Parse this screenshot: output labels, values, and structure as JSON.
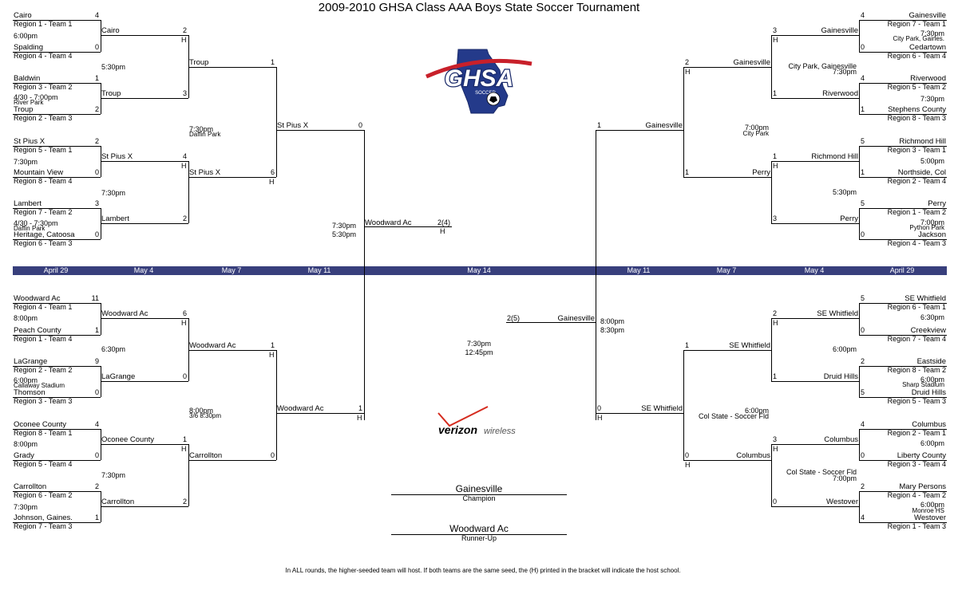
{
  "title": "2009-2010 GHSA Class AAA Boys State Soccer Tournament",
  "footnote": "In ALL rounds, the higher-seeded team will host.  If both teams are the same seed, the (H) printed in the bracket will indicate the host school.",
  "dates": [
    "April 29",
    "May 4",
    "May 7",
    "May 11",
    "May 14",
    "May 11",
    "May 7",
    "May 4",
    "April 29"
  ],
  "logos": {
    "ghsa": "GHSA",
    "ghsa_sub": "SOCCER",
    "sponsor_bold": "verizon",
    "sponsor_light": "wireless"
  },
  "final": {
    "champion_name": "Gainesville",
    "champion_label": "Champion",
    "runnerup_name": "Woodward Ac",
    "runnerup_label": "Runner-Up",
    "times_a": "7:30pm",
    "times_b": "5:30pm",
    "times_c": "7:30pm",
    "times_d": "12:45pm",
    "left_team": "Woodward Ac",
    "left_score": "2(4)",
    "right_team": "Gainesville",
    "right_score": "2(5)",
    "h": "H"
  },
  "left_top": {
    "r1": [
      {
        "team": "Cairo",
        "seed": "Region 1 - Team 1",
        "score": "4"
      },
      {
        "team": "Spalding",
        "seed": "Region 4 - Team 4",
        "score": "0"
      },
      {
        "team": "Baldwin",
        "seed": "Region 3 - Team 2",
        "score": "1"
      },
      {
        "team": "Troup",
        "seed": "Region 2 - Team 3",
        "score": "2"
      },
      {
        "team": "St Pius X",
        "seed": "Region 5 - Team 1",
        "score": "2"
      },
      {
        "team": "Mountain View",
        "seed": "Region 8 - Team 4",
        "score": "0"
      },
      {
        "team": "Lambert",
        "seed": "Region 7 - Team 2",
        "score": "3"
      },
      {
        "team": "Heritage, Catoosa",
        "seed": "Region 6 - Team 3",
        "score": "0"
      }
    ],
    "r1_info": [
      "6:00pm",
      "4/30 - 7:00pm",
      "River Park",
      "7:30pm",
      "4/30 - 7:30pm",
      "Daffin Park"
    ],
    "r2": [
      {
        "team": "Cairo",
        "score": "2",
        "h": "H"
      },
      {
        "team": "Troup",
        "score": "3"
      },
      {
        "team": "St Pius X",
        "score": "4",
        "h": "H"
      },
      {
        "team": "Lambert",
        "score": "2"
      }
    ],
    "r2_info": [
      "5:30pm",
      "7:30pm"
    ],
    "r3": [
      {
        "team": "Troup",
        "score": "1"
      },
      {
        "team": "St Pius X",
        "score": "6",
        "h": "H"
      }
    ],
    "r3_info": [
      "7:30pm",
      "Daffin Park"
    ],
    "r4": {
      "team": "St Pius X",
      "score": "0"
    }
  },
  "left_bot": {
    "r1": [
      {
        "team": "Woodward Ac",
        "seed": "Region 4 - Team 1",
        "score": "11"
      },
      {
        "team": "Peach County",
        "seed": "Region 1 - Team 4",
        "score": "1"
      },
      {
        "team": "LaGrange",
        "seed": "Region 2 - Team 2",
        "score": "9"
      },
      {
        "team": "Thomson",
        "seed": "Region 3 - Team 3",
        "score": "0"
      },
      {
        "team": "Oconee County",
        "seed": "Region 8 - Team 1",
        "score": "4"
      },
      {
        "team": "Grady",
        "seed": "Region 5 - Team 4",
        "score": "0"
      },
      {
        "team": "Carrollton",
        "seed": "Region 6 - Team 2",
        "score": "2"
      },
      {
        "team": "Johnson, Gaines.",
        "seed": "Region 7 - Team 3",
        "score": "1"
      }
    ],
    "r1_info": [
      "8:00pm",
      "6:00pm",
      "Callaway Stadium",
      "8:00pm",
      "7:30pm"
    ],
    "r2": [
      {
        "team": "Woodward Ac",
        "score": "6",
        "h": "H"
      },
      {
        "team": "LaGrange",
        "score": "0"
      },
      {
        "team": "Oconee County",
        "score": "1",
        "h": "H"
      },
      {
        "team": "Carrollton",
        "score": "2"
      }
    ],
    "r2_info": [
      "6:30pm",
      "7:30pm"
    ],
    "r3": [
      {
        "team": "Woodward Ac",
        "score": "1",
        "h": "H"
      },
      {
        "team": "Carrollton",
        "score": "0"
      }
    ],
    "r3_info": [
      "8:00pm",
      "3/6 8:30pm"
    ],
    "r4": {
      "team": "Woodward Ac",
      "score": "1",
      "h": "H"
    }
  },
  "right_top": {
    "r1": [
      {
        "team": "Gainesville",
        "seed": "Region 7 - Team 1",
        "score": "4"
      },
      {
        "team": "Cedartown",
        "seed": "Region 6 - Team 4",
        "score": "0"
      },
      {
        "team": "Riverwood",
        "seed": "Region 5 - Team 2",
        "score": "4"
      },
      {
        "team": "Stephens County",
        "seed": "Region 8 - Team 3",
        "score": "1"
      },
      {
        "team": "Richmond Hill",
        "seed": "Region 3 - Team 1",
        "score": "5"
      },
      {
        "team": "Northside, Col",
        "seed": "Region 2 - Team 4",
        "score": "1"
      },
      {
        "team": "Perry",
        "seed": "Region 1 - Team 2",
        "score": "5"
      },
      {
        "team": "Jackson",
        "seed": "Region 4 - Team 3",
        "score": "0"
      }
    ],
    "r1_info": [
      "7:30pm",
      "City Park, Gaines.",
      "7:30pm",
      "5:00pm",
      "7:00pm",
      "Python Park"
    ],
    "r2": [
      {
        "team": "Gainesville",
        "score": "3",
        "h": "H"
      },
      {
        "team": "Riverwood",
        "score": "1"
      },
      {
        "team": "Richmond Hill",
        "score": "1",
        "h": "H"
      },
      {
        "team": "Perry",
        "score": "3"
      }
    ],
    "r2_info": [
      "City Park, Gainesville",
      "7:30pm",
      "5:30pm"
    ],
    "r3": [
      {
        "team": "Gainesville",
        "score": "2",
        "h": "H"
      },
      {
        "team": "Perry",
        "score": "1"
      }
    ],
    "r3_info": [
      "7:00pm",
      "City Park"
    ],
    "r4": {
      "team": "Gainesville",
      "score": "1"
    }
  },
  "right_bot": {
    "r1": [
      {
        "team": "SE Whitfield",
        "seed": "Region 6 - Team 1",
        "score": "5"
      },
      {
        "team": "Creekview",
        "seed": "Region 7 - Team 4",
        "score": "0"
      },
      {
        "team": "Eastside",
        "seed": "Region 8 - Team 2",
        "score": "2"
      },
      {
        "team": "Druid Hills",
        "seed": "Region 5 - Team 3",
        "score": "5"
      },
      {
        "team": "Columbus",
        "seed": "Region 2 - Team 1",
        "score": "4"
      },
      {
        "team": "Liberty County",
        "seed": "Region 3 - Team 4",
        "score": "0"
      },
      {
        "team": "Mary Persons",
        "seed": "Region 4 - Team 2",
        "score": "2"
      },
      {
        "team": "Westover",
        "seed": "Region 1 - Team 3",
        "score": "4"
      }
    ],
    "r1_info": [
      "6:30pm",
      "6:00pm",
      "Sharp Stadium",
      "6:00pm",
      "6:00pm",
      "Monroe HS"
    ],
    "r2": [
      {
        "team": "SE Whitfield",
        "score": "2",
        "h": "H"
      },
      {
        "team": "Druid Hills",
        "score": "1"
      },
      {
        "team": "Columbus",
        "score": "3",
        "h": "H"
      },
      {
        "team": "Westover",
        "score": "0"
      }
    ],
    "r2_info": [
      "6:00pm",
      "Col State - Soccer Fld",
      "7:00pm"
    ],
    "r3": [
      {
        "team": "SE Whitfield",
        "score": "1"
      },
      {
        "team": "Columbus",
        "score": "0",
        "h": "H"
      }
    ],
    "r3_info": [
      "6:00pm",
      "Col State - Soccer Fld"
    ],
    "r4": {
      "team": "SE Whitfield",
      "score": "0",
      "h": "H"
    },
    "r4_info": [
      "8:00pm",
      "8:30pm"
    ]
  }
}
